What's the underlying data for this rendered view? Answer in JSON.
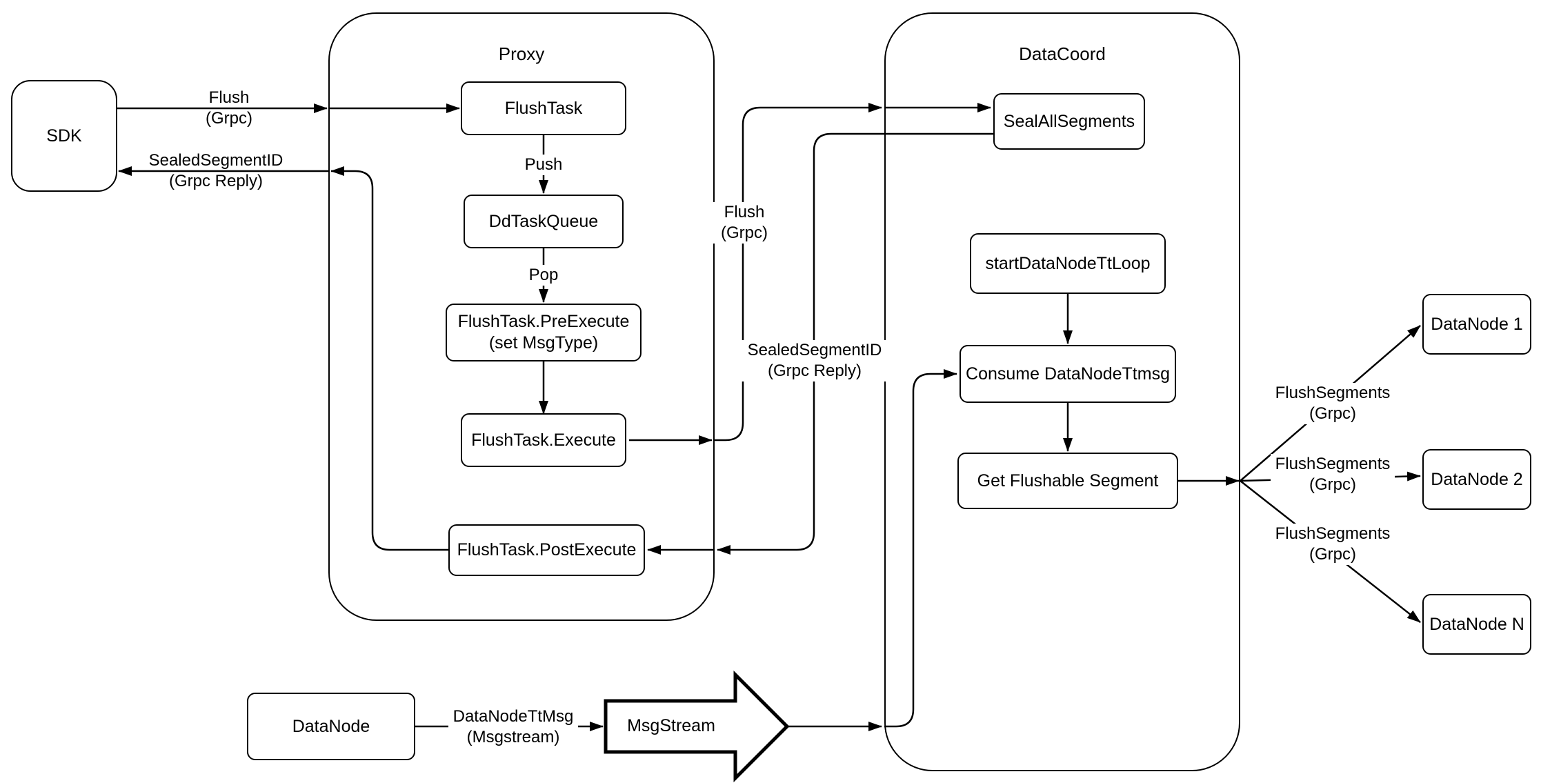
{
  "containers": {
    "proxy": "Proxy",
    "datacoord": "DataCoord"
  },
  "nodes": {
    "sdk": "SDK",
    "flush_task": "FlushTask",
    "dd_task_queue": "DdTaskQueue",
    "pre_execute": {
      "line1": "FlushTask.PreExecute",
      "line2": "(set MsgType)"
    },
    "execute": "FlushTask.Execute",
    "post_execute": "FlushTask.PostExecute",
    "seal_all_segments": "SealAllSegments",
    "start_datanode_tt_loop": "startDataNodeTtLoop",
    "consume_datanode_ttmsg": "Consume DataNodeTtmsg",
    "get_flushable_segment": "Get Flushable Segment",
    "datanode_1": "DataNode 1",
    "datanode_2": "DataNode 2",
    "datanode_n": "DataNode N",
    "datanode": "DataNode",
    "msgstream": "MsgStream"
  },
  "edge_labels": {
    "flush_sdk": {
      "line1": "Flush",
      "line2": "(Grpc)"
    },
    "sealed_sdk": {
      "line1": "SealedSegmentID",
      "line2": "(Grpc Reply)"
    },
    "push": "Push",
    "pop": "Pop",
    "flush_mid": {
      "line1": "Flush",
      "line2": "(Grpc)"
    },
    "sealed_mid": {
      "line1": "SealedSegmentID",
      "line2": "(Grpc Reply)"
    },
    "datanode_ttmsg": {
      "line1": "DataNodeTtMsg",
      "line2": "(Msgstream)"
    },
    "flush_segments_1": {
      "line1": "FlushSegments",
      "line2": "(Grpc)"
    },
    "flush_segments_2": {
      "line1": "FlushSegments",
      "line2": "(Grpc)"
    },
    "flush_segments_3": {
      "line1": "FlushSegments",
      "line2": "(Grpc)"
    }
  },
  "colors": {
    "stroke": "#000000",
    "background": "#ffffff"
  }
}
